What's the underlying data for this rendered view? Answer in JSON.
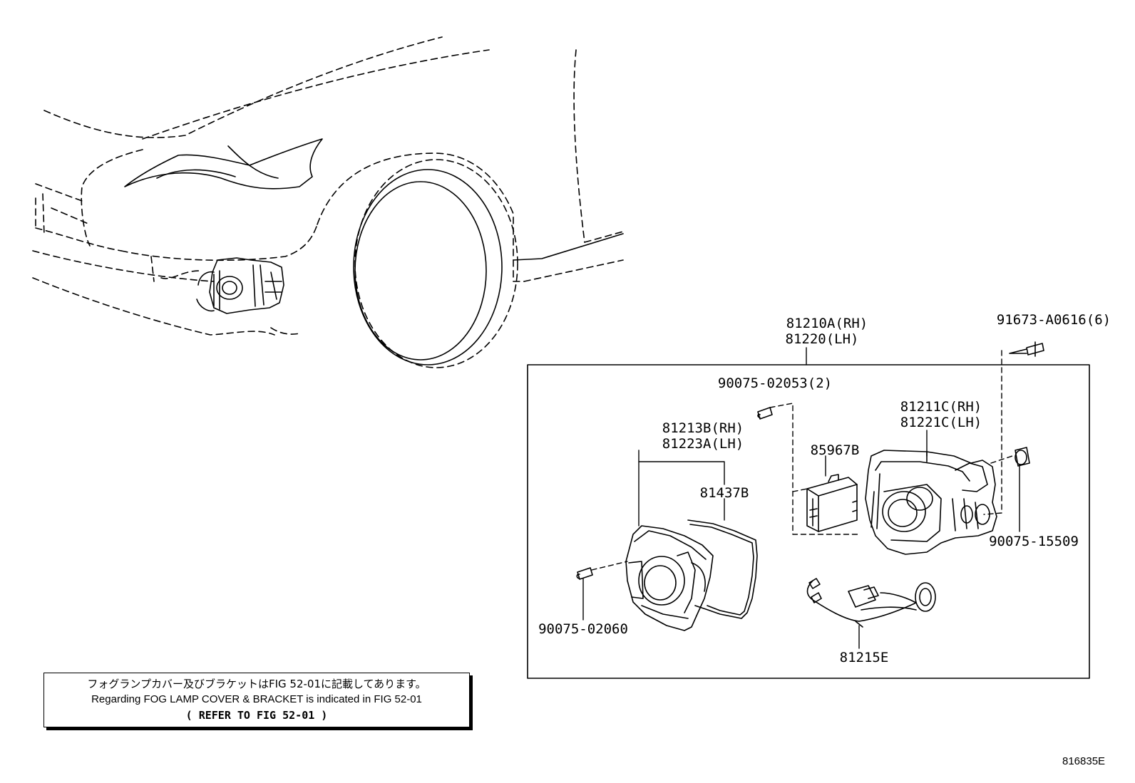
{
  "parts": {
    "fog_lamp_assy": [
      "81210A(RH)",
      "81220(LH)"
    ],
    "screw_top": "91673-A0616(6)",
    "screw_upper": "90075-02053(2)",
    "unit_housing": [
      "81211C(RH)",
      "81221C(LH)"
    ],
    "computer": "85967B",
    "reflector": [
      "81213B(RH)",
      "81223A(LH)"
    ],
    "gasket": "81437B",
    "cap": "90075-15509",
    "screw_lower": "90075-02060",
    "wire": "81215E"
  },
  "note": {
    "line1": "フォグランプカバー及びブラケットはFIG 52-01に記載してあります。",
    "line2": "Regarding FOG LAMP COVER & BRACKET is indicated in FIG 52-01",
    "line3": "(   REFER TO FIG 52-01   )"
  },
  "figure_id": "816835E"
}
